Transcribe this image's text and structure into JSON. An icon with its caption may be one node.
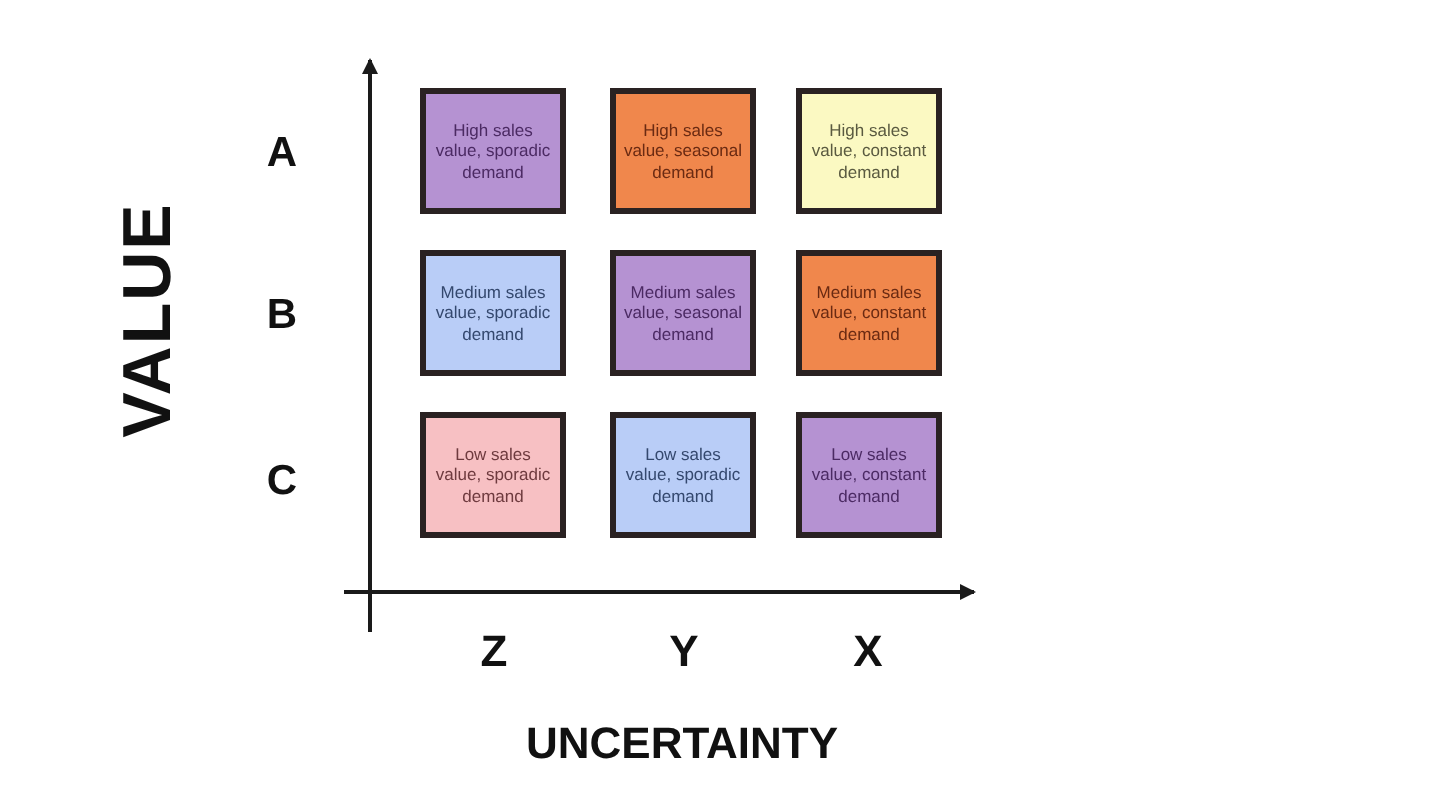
{
  "diagram": {
    "nodes": [
      {
        "text": [
          "High sales value, sporadic demand"
        ]
      },
      {
        "text": [
          "High sales value, seasonal demand"
        ]
      },
      {
        "text": [
          "High sales value, constant demand"
        ]
      },
      {
        "text": [
          "Medium sales value, sporadic demand"
        ]
      },
      {
        "text": [
          "Medium sales value, seasonal demand"
        ]
      },
      {
        "text": [
          "Medium sales value, constant demand"
        ]
      },
      {
        "text": [
          "Low sales value, sporadic demand"
        ]
      },
      {
        "text": [
          "Low sales value, sporadic demand"
        ]
      },
      {
        "text": [
          "Low sales value, constant demand"
        ]
      }
    ],
    "labels": [
      "VALUE",
      "A",
      "B",
      "C",
      "Z",
      "Y",
      "X",
      "UNCERTAINTY"
    ]
  }
}
